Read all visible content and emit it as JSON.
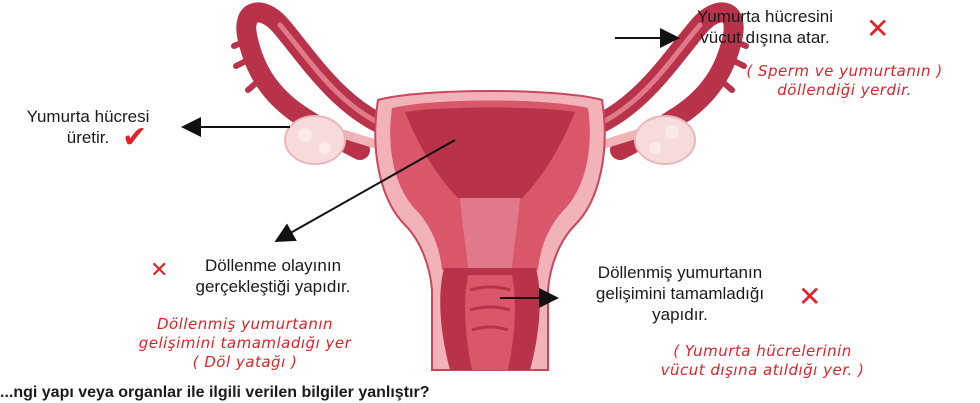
{
  "labels": {
    "ovary_function": "Yumurta hücresi\nüretir.",
    "tube_function": "Yumurta hücresini\nvücut dışına atar.",
    "tube_correction": "( Sperm ve yumurtanın )\ndöllendiği yerdir.",
    "uterus_function": "Döllenme olayının\ngerçekleştiği yapıdır.",
    "uterus_correction": "Döllenmiş yumurtanın\ngelişimini tamamladığı yer\n( Döl yatağı )",
    "vagina_function": "Döllenmiş yumurtanın\ngelişimini tamamladığı\nyapıdır.",
    "vagina_correction": "( Yumurta hücrelerinin\nvücut dışına atıldığı yer. )",
    "bottom_question": "...ngi yapı veya organlar ile ilgili verilen bilgiler yanlıştır?"
  },
  "marks": {
    "check": "✔",
    "cross": "✕"
  },
  "colors": {
    "tissue_dark": "#b8324a",
    "tissue_mid": "#d9566b",
    "tissue_light": "#f2b3b8",
    "ovary": "#f7dada",
    "ink_red": "#e0222a",
    "arrow": "#111111"
  }
}
